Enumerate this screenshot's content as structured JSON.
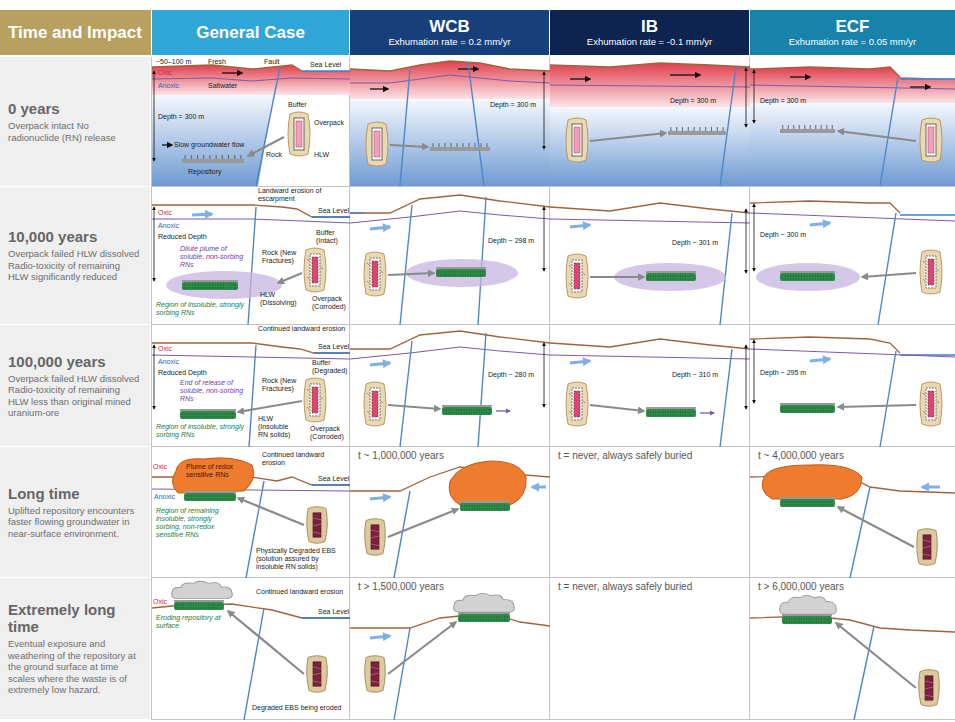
{
  "diagram": {
    "nodes": [
      {
        "text": [
          "Time and Impact"
        ]
      },
      {
        "text": [
          "General Case"
        ]
      },
      {
        "text": [
          "WCB",
          "Exhumation rate = 0.2 mm/yr"
        ]
      },
      {
        "text": [
          "IB",
          "Exhumation rate = -0.1 mm/yr"
        ]
      },
      {
        "text": [
          "ECF",
          "Exhumation rate = 0.05 mm/yr"
        ]
      },
      {
        "text": [
          "0 years",
          "Overpack intact No radionuclide (RN) release"
        ]
      },
      {
        "text": [
          "10,000 years",
          "Overpack failed HLW dissolved Radio-toxicity of remaining HLW significantly reduced"
        ]
      },
      {
        "text": [
          "100,000 years",
          "Overpack failed HLW dissolved Radio-toxicity of remaining HLW less than original mined uranium-ore"
        ]
      },
      {
        "text": [
          "Long time",
          "Uplifted repository encounters faster flowing groundwater in near-surface environment."
        ]
      },
      {
        "text": [
          "Extremely long time",
          "Eventual exposure and weathering of the repository at the ground surface at time scales where the waste is of extremely low hazard."
        ]
      }
    ],
    "labels": [
      "~50–100 m",
      "Fresh",
      "Fault",
      "Sea Level",
      "Oxic",
      "Saltwater",
      "Anoxic",
      "Depth = 300 m",
      "Slow groundwater flow",
      "Repository",
      "Buffer",
      "Overpack",
      "Rock",
      "HLW",
      "Depth = 300 m",
      "Depth = 300 m",
      "Depth = 300 m",
      "Oxic",
      "Landward erosion of escarpment",
      "Sea Level",
      "Anoxic",
      "Reduced Depth",
      "Dilute plume of soluble, non-sorbing RNs",
      "Rock (New Fractures)",
      "Buffer (Intact)",
      "Region of insoluble, strongly sorbing RNs",
      "HLW (Dissolving)",
      "Overpack (Corroded)",
      "Depth ~ 298 m",
      "Depth ~ 301 m",
      "Depth ~ 300 m",
      "Continued landward erosion",
      "Sea Level",
      "Oxic",
      "Anoxic",
      "Reduced Depth",
      "End of release of soluble, non-sorbing RNs",
      "Rock (New Fractures)",
      "Buffer (Degraded)",
      "Region of insoluble, strongly sorbing RNs",
      "HLW (Insoluble RN solids)",
      "Overpack (Corroded)",
      "Depth ~ 280 m",
      "Depth ~ 310 m",
      "Depth ~ 295 m",
      "Plume of redox sensitive RNs",
      "Continued landward erosion",
      "Oxic",
      "Sea Level",
      "Anoxic",
      "Region of remaining insoluble, strongly sorbing, non-redox sensitive RNs",
      "Physically Degraded EBS (solution assured by insoluble RN solids)",
      "t ~ 1,000,000 years",
      "t = never, always safely buried",
      "t ~ 4,000,000 years",
      "Oxic",
      "Continued landward erosion",
      "Sea Level",
      "Eroding repository at surface",
      "Degraded EBS being eroded",
      "t > 1,500,000 years",
      "t = never, always safely buried",
      "t > 6,000,000 years"
    ]
  }
}
